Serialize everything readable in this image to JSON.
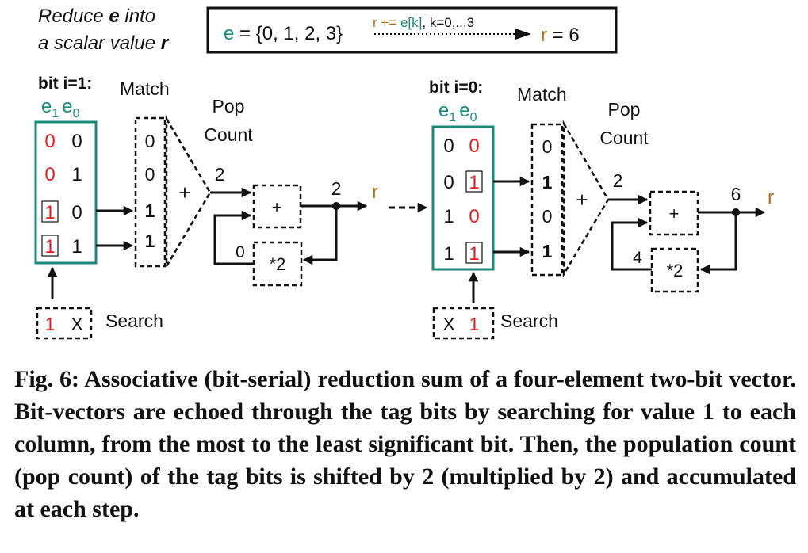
{
  "header": {
    "reduce_line1_a": "Reduce ",
    "reduce_line1_b": "e",
    "reduce_line1_c": " into",
    "reduce_line2_a": "a scalar value ",
    "reduce_line2_b": "r",
    "e_label": "e",
    "e_set": " = {0, 1, 2, 3}",
    "op_a": "r += ",
    "op_b": "e[k]",
    "op_c": ", k=0,..,3",
    "r_label": "r",
    "r_result": " = 6"
  },
  "left": {
    "bit_label": "bit i=1:",
    "e1": "e",
    "e0": "e",
    "sub1": "1",
    "sub0": "0",
    "rows": [
      [
        "0",
        "0"
      ],
      [
        "0",
        "1"
      ],
      [
        "1",
        "0"
      ],
      [
        "1",
        "1"
      ]
    ],
    "match_label": "Match",
    "match": [
      "0",
      "0",
      "1",
      "1"
    ],
    "pop_label_1": "Pop",
    "pop_label_2": "Count",
    "plus": "+",
    "popcount": "2",
    "adder": "+",
    "shift": "*2",
    "shift_in": "0",
    "out_value": "2",
    "r": "r",
    "search": [
      "1",
      "X"
    ],
    "search_label": "Search"
  },
  "right": {
    "bit_label": "bit i=0:",
    "e1": "e",
    "e0": "e",
    "sub1": "1",
    "sub0": "0",
    "rows": [
      [
        "0",
        "0"
      ],
      [
        "0",
        "1"
      ],
      [
        "1",
        "0"
      ],
      [
        "1",
        "1"
      ]
    ],
    "match_label": "Match",
    "match": [
      "0",
      "1",
      "0",
      "1"
    ],
    "pop_label_1": "Pop",
    "pop_label_2": "Count",
    "plus": "+",
    "popcount": "2",
    "adder": "+",
    "shift": "*2",
    "shift_in": "4",
    "out_value": "6",
    "r": "r",
    "search": [
      "X",
      "1"
    ],
    "search_label": "Search"
  },
  "caption": "Fig. 6: Associative (bit-serial) reduction sum of a four-element two-bit vector. Bit-vectors are echoed through the tag bits by searching for value 1 to each column, from the most to the least significant bit. Then, the population count (pop count) of the tag bits is shifted by 2 (multiplied by 2) and accumulated at each step."
}
